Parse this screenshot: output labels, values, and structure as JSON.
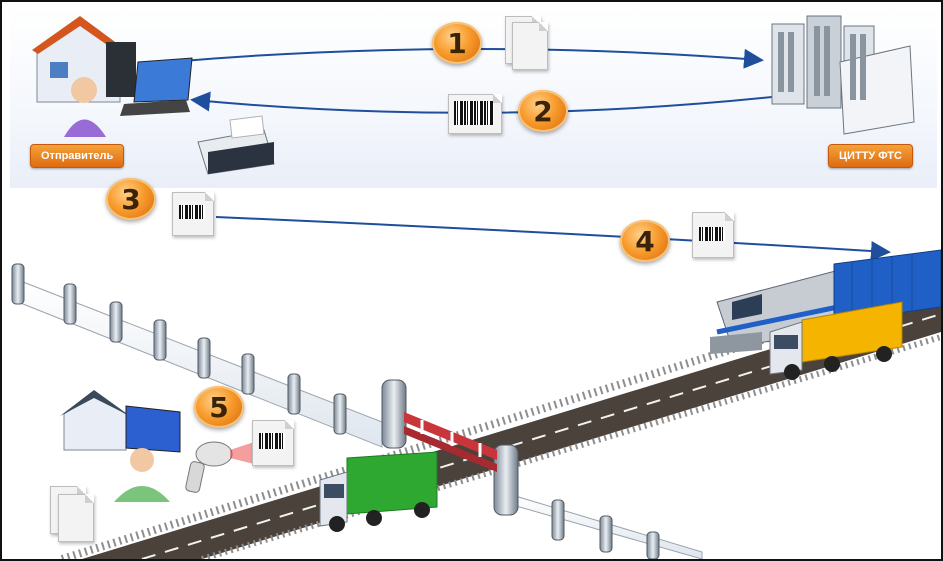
{
  "roles": {
    "sender_label": "Отправитель",
    "customs_label": "ЦИТТУ ФТС"
  },
  "steps": [
    "1",
    "2",
    "3",
    "4",
    "5"
  ],
  "icons": {
    "sender": [
      "house-icon",
      "computer-icon",
      "person-icon",
      "printer-icon"
    ],
    "customs": [
      "server-buildings-icon"
    ],
    "documents": [
      "document-icon",
      "barcode-icon"
    ],
    "checkpoint": [
      "guard-house-icon",
      "monitor-icon",
      "barcode-scanner-icon",
      "person-icon"
    ],
    "transport": [
      "truck-icon",
      "locomotive-icon",
      "freight-car-icon"
    ],
    "infrastructure": [
      "railway-track-icon",
      "road-icon",
      "fence-icon",
      "barrier-gate-icon"
    ]
  },
  "colors": {
    "arrow": "#1f4e9c",
    "badge": "#f08a1c",
    "label": "#e8781c",
    "truck_green": "#2fa832",
    "truck_yellow": "#f5b400",
    "train_blue": "#1f5fc6"
  }
}
